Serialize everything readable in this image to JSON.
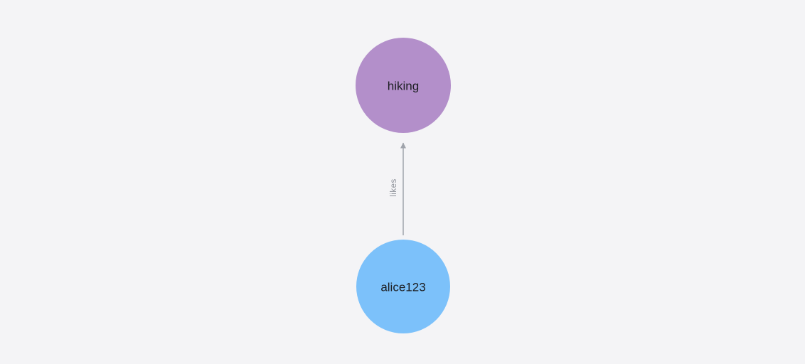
{
  "canvas": {
    "background_color": "#f4f4f6"
  },
  "graph": {
    "nodes": [
      {
        "label": "hiking",
        "color": "#b38fca"
      },
      {
        "label": "alice123",
        "color": "#7cc1fa"
      }
    ],
    "edge": {
      "label": "likes",
      "from": "alice123",
      "to": "hiking",
      "color": "#9fa3ab"
    }
  }
}
